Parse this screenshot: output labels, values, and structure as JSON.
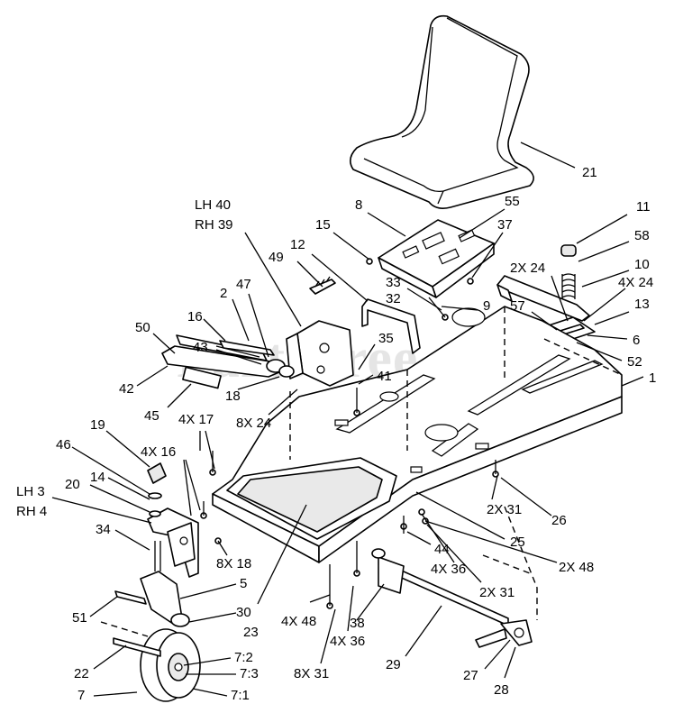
{
  "watermark": "PartsTree",
  "watermark_tm": "TM",
  "callouts": [
    {
      "id": "21",
      "text": "21"
    },
    {
      "id": "8",
      "text": "8"
    },
    {
      "id": "55",
      "text": "55"
    },
    {
      "id": "15",
      "text": "15"
    },
    {
      "id": "37",
      "text": "37"
    },
    {
      "id": "11",
      "text": "11"
    },
    {
      "id": "58",
      "text": "58"
    },
    {
      "id": "lh40",
      "text": "LH 40"
    },
    {
      "id": "rh39",
      "text": "RH 39"
    },
    {
      "id": "12",
      "text": "12"
    },
    {
      "id": "2x24a",
      "text": "2X 24"
    },
    {
      "id": "10",
      "text": "10"
    },
    {
      "id": "4x24",
      "text": "4X 24"
    },
    {
      "id": "49",
      "text": "49"
    },
    {
      "id": "33",
      "text": "33"
    },
    {
      "id": "32",
      "text": "32"
    },
    {
      "id": "9",
      "text": "9"
    },
    {
      "id": "57",
      "text": "57"
    },
    {
      "id": "13",
      "text": "13"
    },
    {
      "id": "2",
      "text": "2"
    },
    {
      "id": "47",
      "text": "47"
    },
    {
      "id": "6",
      "text": "6"
    },
    {
      "id": "16",
      "text": "16"
    },
    {
      "id": "50",
      "text": "50"
    },
    {
      "id": "43",
      "text": "43"
    },
    {
      "id": "35",
      "text": "35"
    },
    {
      "id": "52",
      "text": "52"
    },
    {
      "id": "1",
      "text": "1"
    },
    {
      "id": "41",
      "text": "41"
    },
    {
      "id": "42",
      "text": "42"
    },
    {
      "id": "18",
      "text": "18"
    },
    {
      "id": "45",
      "text": "45"
    },
    {
      "id": "8x24",
      "text": "8X 24"
    },
    {
      "id": "4x17",
      "text": "4X 17"
    },
    {
      "id": "19",
      "text": "19"
    },
    {
      "id": "46",
      "text": "46"
    },
    {
      "id": "4x16",
      "text": "4X 16"
    },
    {
      "id": "14",
      "text": "14"
    },
    {
      "id": "20",
      "text": "20"
    },
    {
      "id": "lh3",
      "text": "LH 3"
    },
    {
      "id": "rh4",
      "text": "RH 4"
    },
    {
      "id": "2x31a",
      "text": "2X 31"
    },
    {
      "id": "26",
      "text": "26"
    },
    {
      "id": "34",
      "text": "34"
    },
    {
      "id": "25",
      "text": "25"
    },
    {
      "id": "8x18",
      "text": "8X 18"
    },
    {
      "id": "44",
      "text": "44"
    },
    {
      "id": "2x48",
      "text": "2X 48"
    },
    {
      "id": "4x36a",
      "text": "4X 36"
    },
    {
      "id": "5",
      "text": "5"
    },
    {
      "id": "2x31b",
      "text": "2X 31"
    },
    {
      "id": "51",
      "text": "51"
    },
    {
      "id": "30",
      "text": "30"
    },
    {
      "id": "23",
      "text": "23"
    },
    {
      "id": "4x48",
      "text": "4X 48"
    },
    {
      "id": "38",
      "text": "38"
    },
    {
      "id": "4x36b",
      "text": "4X 36"
    },
    {
      "id": "29",
      "text": "29"
    },
    {
      "id": "7:2",
      "text": "7:2"
    },
    {
      "id": "22",
      "text": "22"
    },
    {
      "id": "7:3",
      "text": "7:3"
    },
    {
      "id": "8x31",
      "text": "8X 31"
    },
    {
      "id": "27",
      "text": "27"
    },
    {
      "id": "7",
      "text": "7"
    },
    {
      "id": "7:1",
      "text": "7:1"
    },
    {
      "id": "28",
      "text": "28"
    }
  ]
}
